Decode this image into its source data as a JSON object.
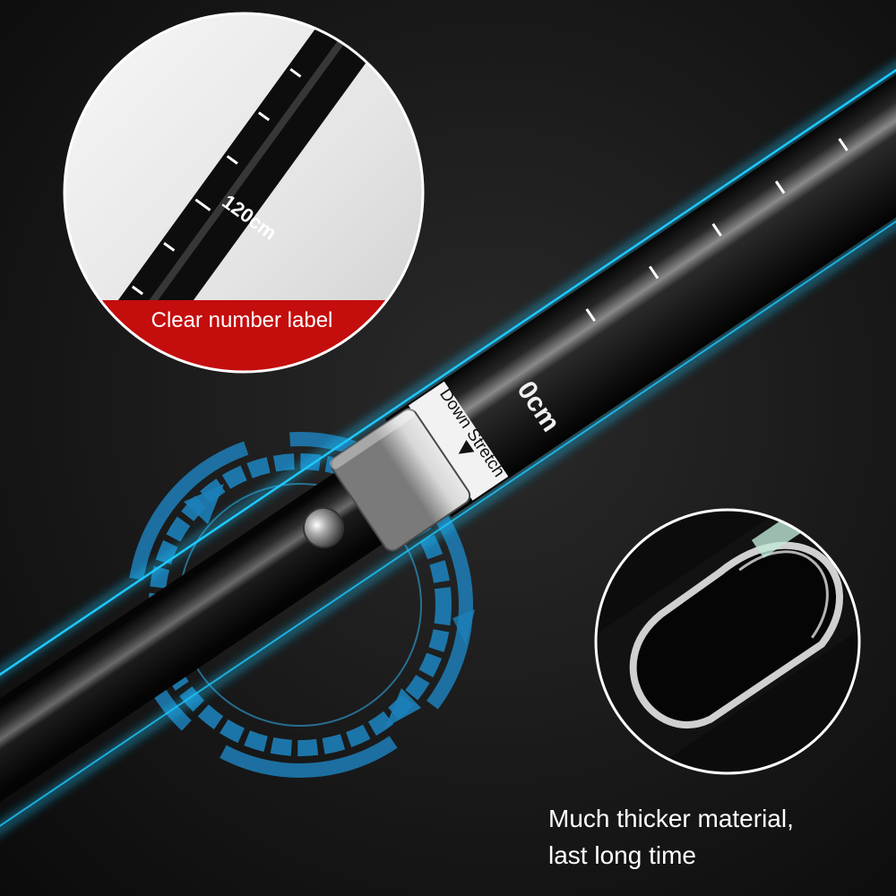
{
  "pole": {
    "zoom_mark_label": "120cm",
    "main_mark_label": "0cm",
    "direction_label": "Down Stretch"
  },
  "callouts": {
    "number_label": "Clear number label",
    "material_label_line1": "Much thicker material,",
    "material_label_line2": "last long time"
  },
  "colors": {
    "background": "#151515",
    "glow": "#1ec8ff",
    "ring_accent": "#1d7fb8",
    "label_band": "#c40d0d"
  }
}
